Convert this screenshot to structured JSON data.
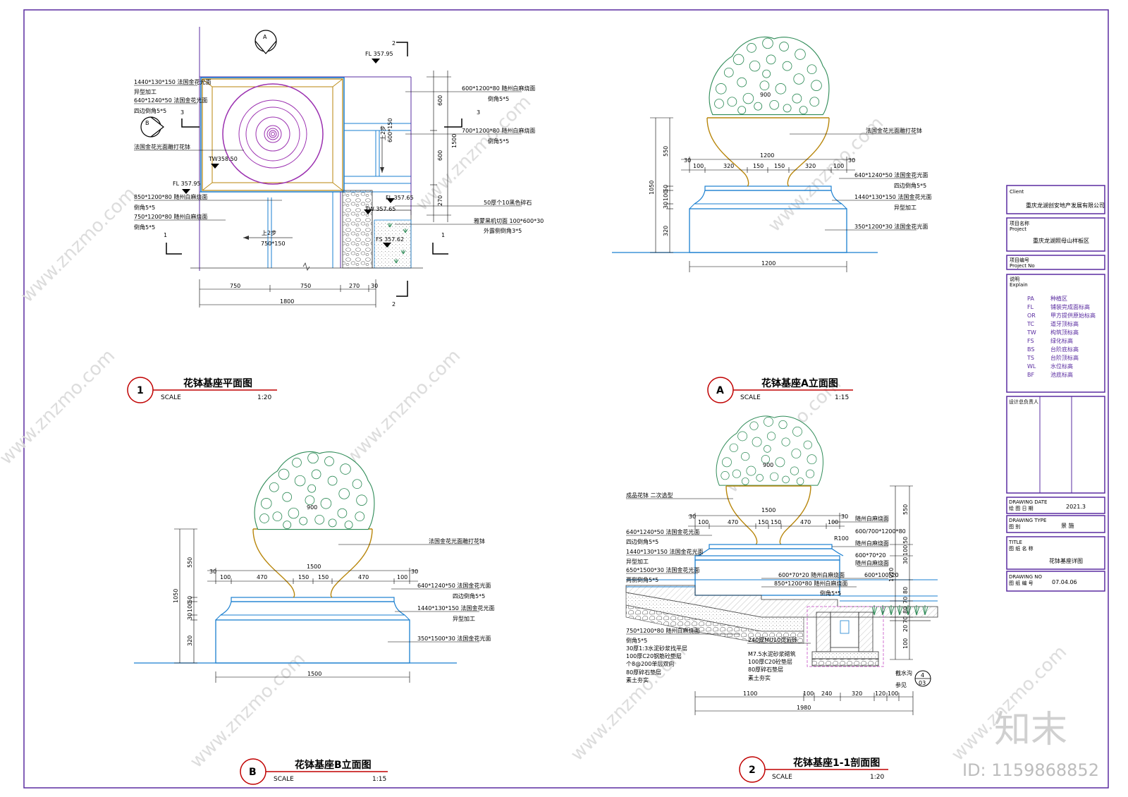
{
  "watermark": {
    "site_text": "www.znzmo.com",
    "logo_text": "知末",
    "id_text": "ID: 1159868852"
  },
  "drawings": {
    "plan": {
      "number": "1",
      "title": "花钵基座平面图",
      "scale_label": "SCALE",
      "scale_value": "1:20",
      "labels": [
        "1440*130*150 法国金花光面",
        "异型加工",
        "640*1240*50 法国金花光面",
        "四边倒角5*5",
        "法国金花光面雕打花钵",
        "850*1200*80 随州白麻烧面",
        "倒角5*5",
        "750*1200*80 随州白麻烧面",
        "倒角5*5",
        "600*1200*80 随州白麻烧面",
        "倒角5*5",
        "700*1200*80 随州白麻烧面",
        "倒角5*5",
        "50厚个10黑色碎石",
        "雅蒙黑机切面 100*600*30",
        "外露侧倒角3*5"
      ],
      "levels": [
        "FL 357.95",
        "TW358.50",
        "FL 357.95",
        "TW 357.65",
        "FL 357.65",
        "FS 357.62"
      ],
      "steps": [
        "上2步",
        "750*150",
        "上2步",
        "600*150"
      ],
      "section_marks": [
        "A",
        "B",
        "1",
        "1",
        "2",
        "2",
        "3",
        "3"
      ],
      "dims_bottom": [
        "750",
        "750",
        "270",
        "30",
        "1800"
      ],
      "dims_right": [
        "600",
        "600",
        "270",
        "1500"
      ]
    },
    "elevation_a": {
      "letter": "A",
      "title": "花钵基座A立面图",
      "scale_label": "SCALE",
      "scale_value": "1:15",
      "labels": [
        "法国金花光面雕打花钵",
        "640*1240*50 法国金花光面",
        "四边倒角5*5",
        "1440*130*150 法国金花光面",
        "异型加工",
        "350*1200*30 法国金花光面"
      ],
      "dims_top": [
        "30",
        "100",
        "320",
        "150",
        "150",
        "320",
        "100",
        "30"
      ],
      "dim_overall_top": "1200",
      "dim_bottom": "1200",
      "dim_plant": "900",
      "dims_left": [
        "550",
        "50",
        "100",
        "30",
        "320"
      ],
      "dim_total": "1050"
    },
    "elevation_b": {
      "letter": "B",
      "title": "花钵基座B立面图",
      "scale_label": "SCALE",
      "scale_value": "1:15",
      "labels": [
        "法国金花光面雕打花钵",
        "640*1240*50 法国金花光面",
        "四边倒角5*5",
        "1440*130*150 法国金花光面",
        "异型加工",
        "350*1500*30 法国金花光面"
      ],
      "dims_top": [
        "30",
        "100",
        "470",
        "150",
        "150",
        "470",
        "100",
        "30"
      ],
      "dim_overall_top": "1500",
      "dim_bottom": "1500",
      "dim_plant": "900",
      "dims_left": [
        "550",
        "50",
        "100",
        "30",
        "320"
      ],
      "dim_total": "1050"
    },
    "section": {
      "number": "2",
      "title": "花钵基座1-1剖面图",
      "scale_label": "SCALE",
      "scale_value": "1:20",
      "labels_left": [
        "成品花钵  二次选型",
        "640*1240*50 法国金花光面",
        "四边倒角5*5",
        "1440*130*150 法国金花光面",
        "异型加工",
        "650*1500*30 法国金花光面",
        "两侧倒角5*5",
        "750*1200*80 随州白麻烧面",
        "倒角5*5",
        "30厚1:3水泥砂浆找平层",
        "100厚C20钢筋砼垫层",
        "个8@200单层双向",
        "80厚碎石垫层",
        "素土夯实"
      ],
      "labels_mid": [
        "600*70*20 随州白麻烧面",
        "850*1200*80 随州白麻烧面",
        "倒角5*5",
        "240厚MU10页岩砖",
        "M7.5水泥砂浆砌筑",
        "100厚C20砼垫层",
        "80厚碎石垫层",
        "素土夯实"
      ],
      "labels_right": [
        "随州白麻烧面",
        "600/700*1200*80",
        "随州白麻烧面",
        "600*70*20",
        "随州白麻烧面",
        "600*100*20",
        "截水沟",
        "参见"
      ],
      "r_label": "R100",
      "detail_ref": {
        "top": "4",
        "bottom": "03"
      },
      "dims_top": [
        "30",
        "100",
        "470",
        "150",
        "150",
        "470",
        "100",
        "30"
      ],
      "dim_overall_top": "1500",
      "dim_plant": "900",
      "dims_bottom": [
        "1100",
        "100",
        "240",
        "320",
        "120",
        "100"
      ],
      "dim_total_bottom": "1980",
      "dims_right": [
        "550",
        "50",
        "100",
        "30",
        "80",
        "70",
        "80",
        "70",
        "20",
        "100"
      ],
      "dim_total_right": "1920"
    }
  },
  "title_block": {
    "client_label_cn": "Client",
    "client": "重庆龙湖创安地产发展有限公司",
    "project_label_cn": "项目名称",
    "project_label_en": "Project",
    "project": "重庆龙湖照母山样板区",
    "project_no_cn": "项目编号",
    "project_no_en": "Project No",
    "explain_cn": "说明",
    "explain_en": "Explain",
    "legend": [
      {
        "code": "PA",
        "desc": "种植区"
      },
      {
        "code": "FL",
        "desc": "铺装完成面标高"
      },
      {
        "code": "OR",
        "desc": "甲方提供原始标高"
      },
      {
        "code": "TC",
        "desc": "道牙顶标高"
      },
      {
        "code": "TW",
        "desc": "构筑顶标高"
      },
      {
        "code": "FS",
        "desc": "绿化标高"
      },
      {
        "code": "BS",
        "desc": "台阶底标高"
      },
      {
        "code": "TS",
        "desc": "台阶顶标高"
      },
      {
        "code": "WL",
        "desc": "水位标高"
      },
      {
        "code": "BF",
        "desc": "池底标高"
      }
    ],
    "designer_label": "设计总负责人",
    "drawing_date_en": "DRAWING  DATE",
    "drawing_date_cn": "绘 图 日 期",
    "drawing_date": "2021.3",
    "drawing_type_en": "DRAWING  TYPE",
    "drawing_type_cn": "图      别",
    "drawing_type": "景  施",
    "title_en": "TITLE",
    "title_cn": "图 纸 名 称",
    "title": "花钵基座详图",
    "drawing_no_en": "DRAWING   NO",
    "drawing_no_cn": "图 纸 编 号",
    "drawing_no": "07.04.06"
  }
}
